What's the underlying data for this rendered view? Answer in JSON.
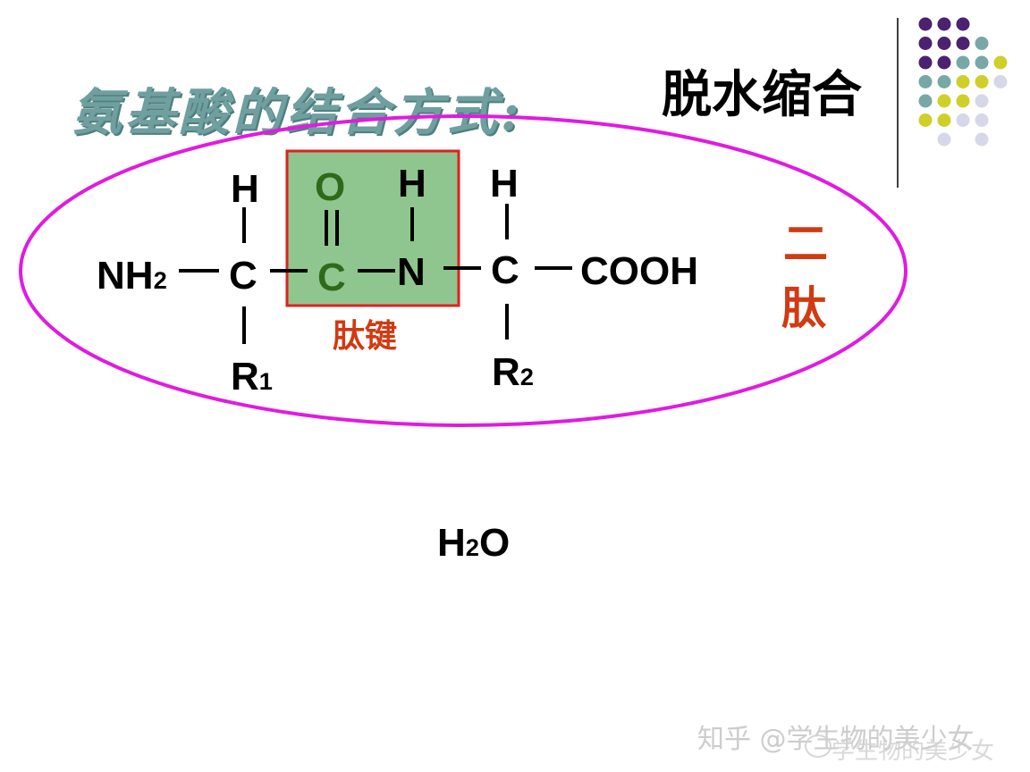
{
  "title": "氨基酸的结合方式:",
  "subtitle": "脱水缩合",
  "label_dipeptide": [
    "二",
    "肽"
  ],
  "label_peptide_bond": "肽键",
  "atoms": {
    "h_left": "H",
    "o_top": "O",
    "h_mid": "H",
    "h_right": "H",
    "nh2": "NH",
    "nh2_sub": "2",
    "c1": "C",
    "c2": "C",
    "n": "N",
    "c3": "C",
    "cooh": "COOH",
    "r1": "R",
    "r1_sub": "1",
    "r2": "R",
    "r2_sub": "2"
  },
  "water": {
    "h": "H",
    "sub": "2",
    "o": "O"
  },
  "watermark": {
    "line1": "知乎 @学生物的美少女",
    "line2": "学生物的美少女"
  },
  "colors": {
    "title": "#6f9f9f",
    "accent_red": "#d13a12",
    "ellipse": "#e01be0",
    "box_fill": "#8fc68f",
    "box_border": "#e02020",
    "atom_green": "#2f6a1a",
    "dot_purple": "#4b2170",
    "dot_teal": "#78a7a7",
    "dot_yellow": "#cfcf2a",
    "dot_lavender": "#d7d7ea"
  }
}
